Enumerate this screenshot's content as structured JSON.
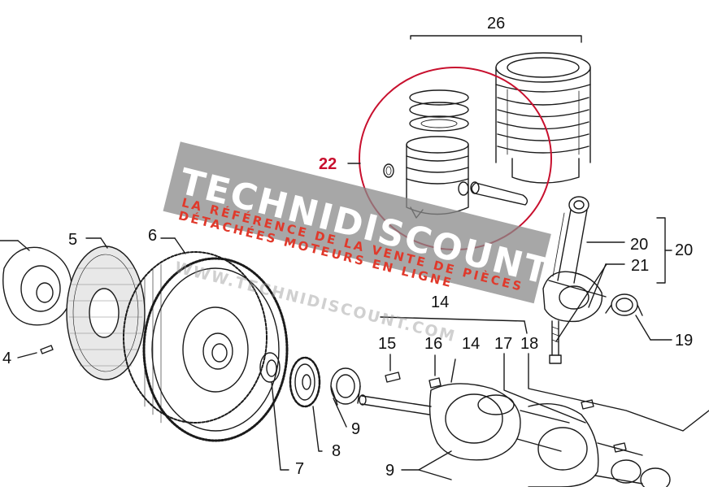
{
  "callouts": {
    "c26": "26",
    "c22": "22",
    "c5": "5",
    "c6": "6",
    "c4": "4",
    "c20a": "20",
    "c20b": "20",
    "c21": "21",
    "c19": "19",
    "c14a": "14",
    "c15": "15",
    "c16": "16",
    "c14b": "14",
    "c17": "17",
    "c18": "18",
    "c9a": "9",
    "c8": "8",
    "c7": "7",
    "c9b": "9"
  },
  "watermark": {
    "brand": "TECHNIDISCOUNT",
    "tagline1": "LA RÉFÉRENCE DE LA VENTE DE PIÈCES",
    "tagline2": "DÉTACHÉES MOTEURS EN LIGNE",
    "url": "WWW.TECHNIDISCOUNT.COM"
  },
  "colors": {
    "highlight": "#c8102e",
    "line": "#1a1a1a",
    "watermark_band": "#8a8a8a"
  }
}
